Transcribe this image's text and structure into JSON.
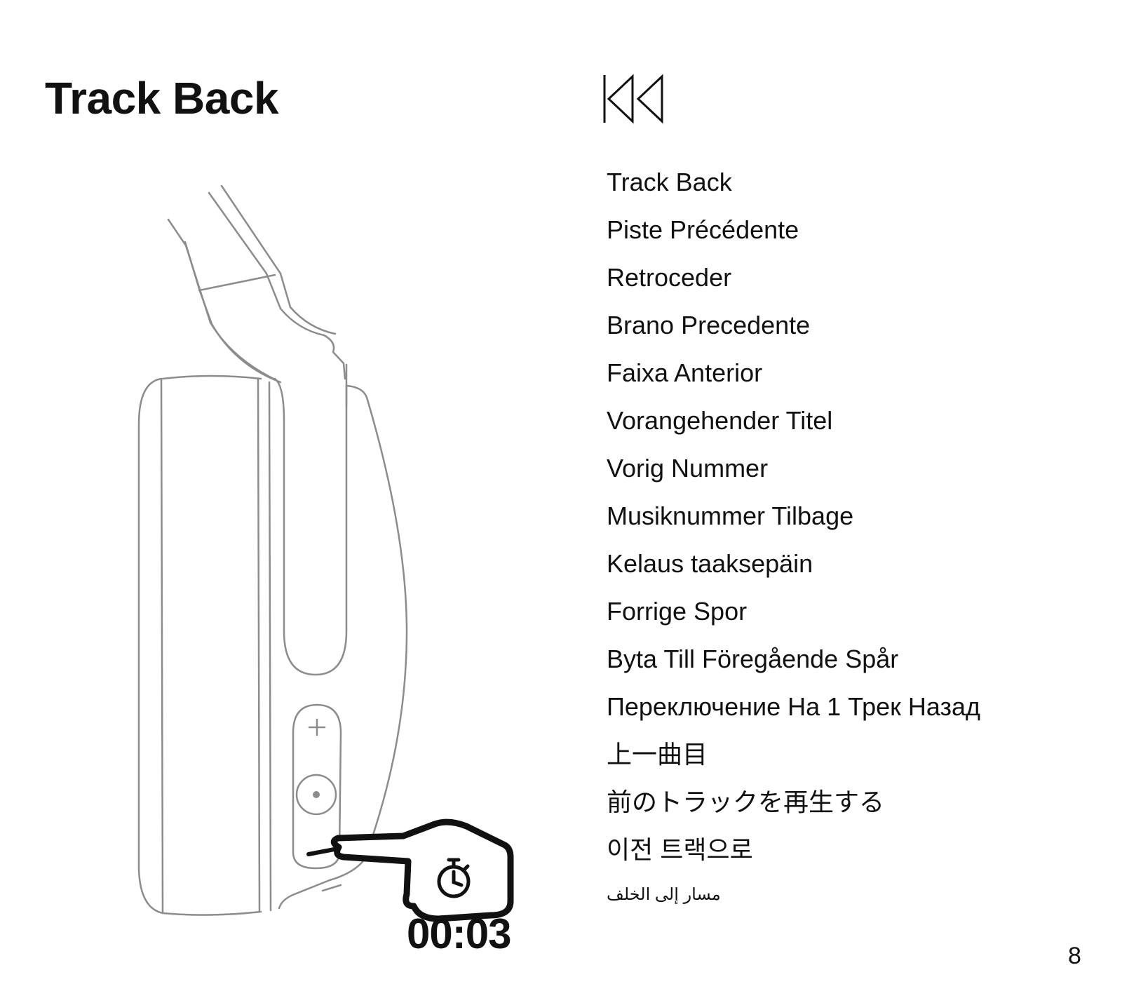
{
  "page": {
    "title": "Track Back",
    "page_number": "8"
  },
  "illustration": {
    "icons": [
      "headphone-earcup",
      "volume-plus-icon",
      "multifunction-button-icon",
      "pressing-hand-icon",
      "stopwatch-icon"
    ],
    "timer": "00:03"
  },
  "track_back_icon": "track-back-icon",
  "translations": [
    "Track Back",
    "Piste Précédente",
    "Retroceder",
    "Brano Precedente",
    "Faixa Anterior",
    "Vorangehender Titel",
    "Vorig Nummer",
    "Musiknummer Tilbage",
    "Kelaus taaksepäin",
    "Forrige Spor",
    "Byta Till Föregående Spår",
    "Переключение На 1 Трек Назад",
    "上一曲目",
    "前のトラックを再生する",
    "이전 트랙으로",
    "مسار إلى الخلف"
  ],
  "colors": {
    "text": "#111111",
    "line_art": "#8c8c8c",
    "hand": "#111111"
  }
}
